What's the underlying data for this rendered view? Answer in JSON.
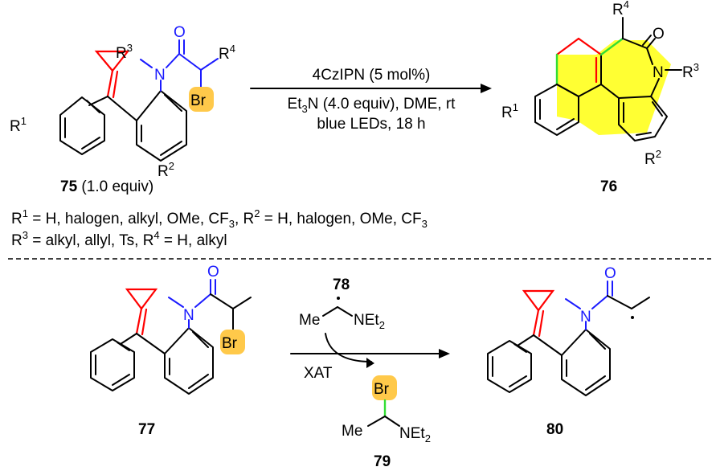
{
  "colors": {
    "red": "#ff0000",
    "blue": "#1a1aff",
    "green": "#33dd33",
    "yellow": "#ffff33",
    "orange": "#ffc94a"
  },
  "top_scheme": {
    "compound_75": {
      "number": "75",
      "note": " (1.0 equiv)",
      "br": "Br",
      "n": "N",
      "o": "O",
      "r1": "R",
      "r1_sup": "1",
      "r2": "R",
      "r2_sup": "2",
      "r3": "R",
      "r3_sup": "3",
      "r4": "R",
      "r4_sup": "4"
    },
    "conditions": {
      "line1": "4CzIPN (5 mol%)",
      "line2_a": "Et",
      "line2_sub": "3",
      "line2_b": "N (4.0 equiv), DME, rt",
      "line3": "blue LEDs, 18 h"
    },
    "compound_76": {
      "number": "76",
      "n": "N",
      "o": "O",
      "r1": "R",
      "r1_sup": "1",
      "r2": "R",
      "r2_sup": "2",
      "r3": "R",
      "r3_sup": "3",
      "r4": "R",
      "r4_sup": "4"
    },
    "scope_line1": {
      "a": "R",
      "a_sup": "1",
      "b": " = H, halogen, alkyl, OMe, CF",
      "b_sub": "3",
      "c": ", R",
      "c_sup": "2",
      "d": " = H, halogen, OMe, CF",
      "d_sub": "3"
    },
    "scope_line2": {
      "a": "R",
      "a_sup": "3",
      "b": " = alkyl, allyl, Ts, R",
      "b_sup": "4",
      "c": " = H, alkyl"
    }
  },
  "bottom_scheme": {
    "compound_77": {
      "number": "77",
      "br": "Br",
      "n": "N",
      "o": "O"
    },
    "radical_78": {
      "number": "78",
      "me": "Me",
      "net": "NEt",
      "net_sub": "2"
    },
    "xat_label": "XAT",
    "compound_79": {
      "number": "79",
      "br": "Br",
      "me": "Me",
      "net": "NEt",
      "net_sub": "2"
    },
    "compound_80": {
      "number": "80",
      "n": "N",
      "o": "O"
    }
  }
}
